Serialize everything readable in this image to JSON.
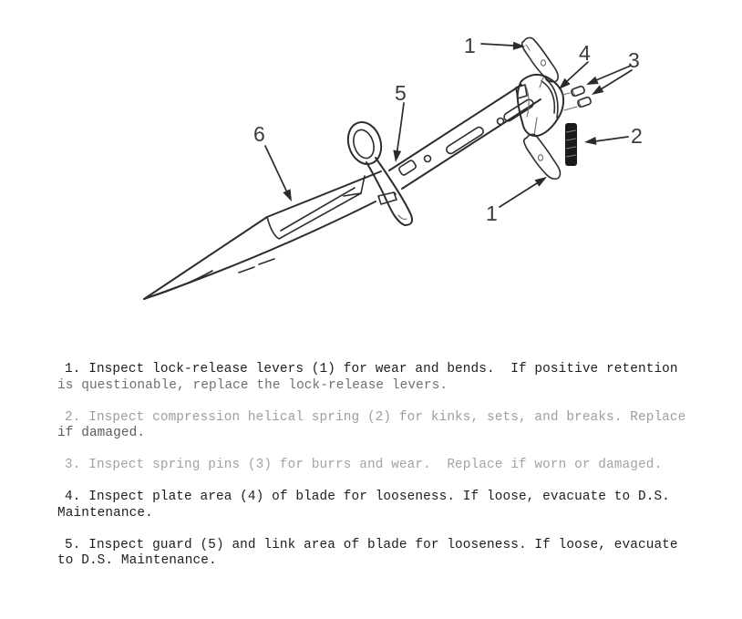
{
  "page": {
    "background": "#ffffff"
  },
  "figure": {
    "alt": "exploded-parts line drawing of a bayonet",
    "line_color": "#2d2d2d",
    "callout_color": "#3a3a3a",
    "spring_fill": "#1a1a1a",
    "callouts": [
      {
        "label": "1",
        "part": "lock-release lever"
      },
      {
        "label": "2",
        "part": "compression helical spring"
      },
      {
        "label": "3",
        "part": "spring pins"
      },
      {
        "label": "4",
        "part": "plate area"
      },
      {
        "label": "5",
        "part": "guard"
      },
      {
        "label": "6",
        "part": "blade"
      },
      {
        "label": "1",
        "part": "lock-release lever"
      }
    ]
  },
  "instructions": {
    "items": [
      {
        "lines": [
          {
            "text": "1. Inspect lock-release levers (1) for wear and bends.  If positive retention",
            "color": "#1d1d1d"
          },
          {
            "text": "is questionable, replace the lock-release levers.",
            "color": "#6e7070"
          }
        ]
      },
      {
        "lines": [
          {
            "text": "2. Inspect compression helical spring (2) for kinks, sets, and breaks. Replace",
            "color": "#9b9f9f"
          },
          {
            "text": "if damaged.",
            "color": "#5a5c5c"
          }
        ]
      },
      {
        "lines": [
          {
            "text": "3. Inspect spring pins (3) for burrs and wear.  Replace if worn or damaged.",
            "color": "#a1a4a4"
          }
        ]
      },
      {
        "lines": [
          {
            "text": "4. Inspect plate area (4) of blade for looseness. If loose, evacuate to D.S.",
            "color": "#1d1d1d"
          },
          {
            "text": "Maintenance.",
            "color": "#1d1d1d"
          }
        ]
      },
      {
        "lines": [
          {
            "text": "5. Inspect guard (5) and link area of blade for looseness. If loose, evacuate",
            "color": "#1d1d1d"
          },
          {
            "text": "to D.S. Maintenance.",
            "color": "#1d1d1d"
          }
        ]
      }
    ]
  }
}
